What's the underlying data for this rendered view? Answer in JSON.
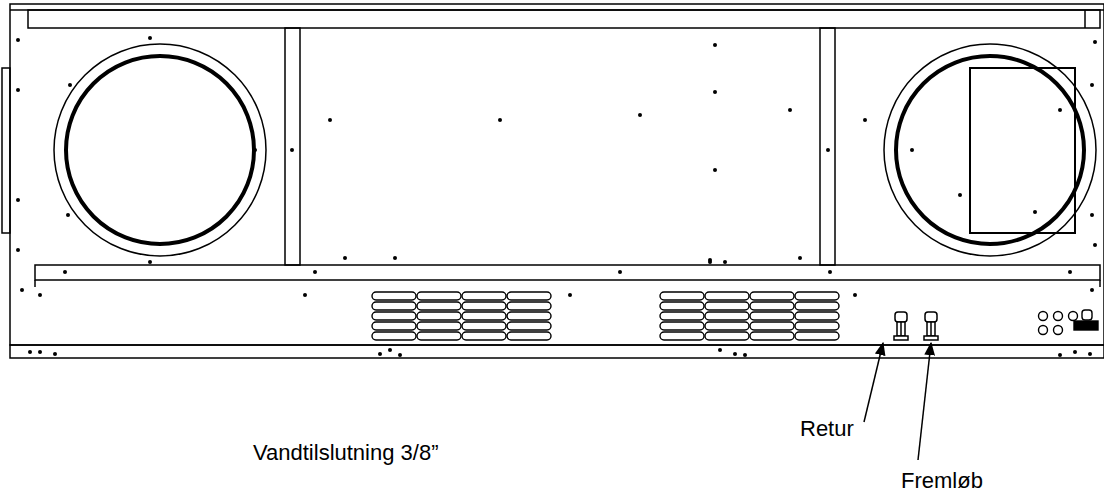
{
  "diagram": {
    "labels": [
      "Vandtilslutning 3/8”",
      "Retur",
      "Fremløb"
    ]
  }
}
